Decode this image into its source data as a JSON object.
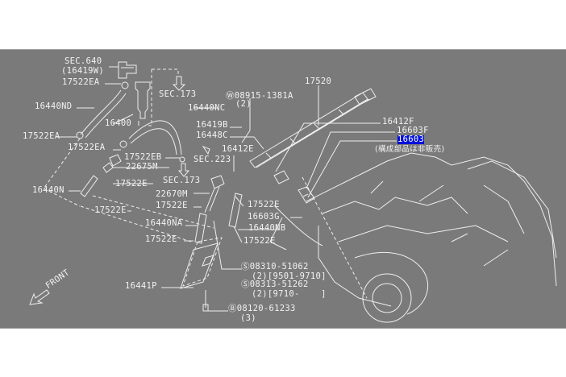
{
  "labels": {
    "sec640": "SEC.640",
    "p16419w": "(16419W)",
    "p17522ea_1": "17522EA",
    "p16440nd": "16440ND",
    "p16400": "16400",
    "sec173_1": "SEC.173",
    "p16440nc": "16440NC",
    "p17522ea_2": "17522EA",
    "p17522ea_3": "17522EA",
    "p17522eb": "17522EB",
    "p22675m": "22675M",
    "p17522e_1": "17522E",
    "p16440n": "16440N",
    "sec223": "SEC.223",
    "p16412e": "16412E",
    "sec173_2": "SEC.173",
    "p22670m": "22670M",
    "p17522e_2": "17522E",
    "p17522e_3": "17522E",
    "p16440na": "16440NA",
    "p17522e_4": "17522E",
    "p16441p": "16441P",
    "front": "FRONT",
    "p17522e_5": "17522E",
    "p16603g": "16603G",
    "p16440nb": "16440NB",
    "p17522e_6": "17522E",
    "s08310": "Ⓢ08310-51062",
    "s08310_qty": "(2)[9501-9710]",
    "s08313": "Ⓢ08313-51262",
    "s08313_qty": "(2)[9710-    ]",
    "b08120": "Ⓑ08120-61233",
    "b08120_qty": "(3)",
    "w08915": "Ⓦ08915-1381A",
    "w08915_qty": "(2)",
    "p16419b": "16419B",
    "p16448c": "16448C",
    "p17520": "17520",
    "p16412f": "16412F",
    "p16603f": "16603F",
    "p16603": "16603",
    "note": "(構成部品は非販売)"
  },
  "colors": {
    "background": "#7a7a7a",
    "lines": "#eeeeee",
    "highlight": "#0010d8"
  }
}
